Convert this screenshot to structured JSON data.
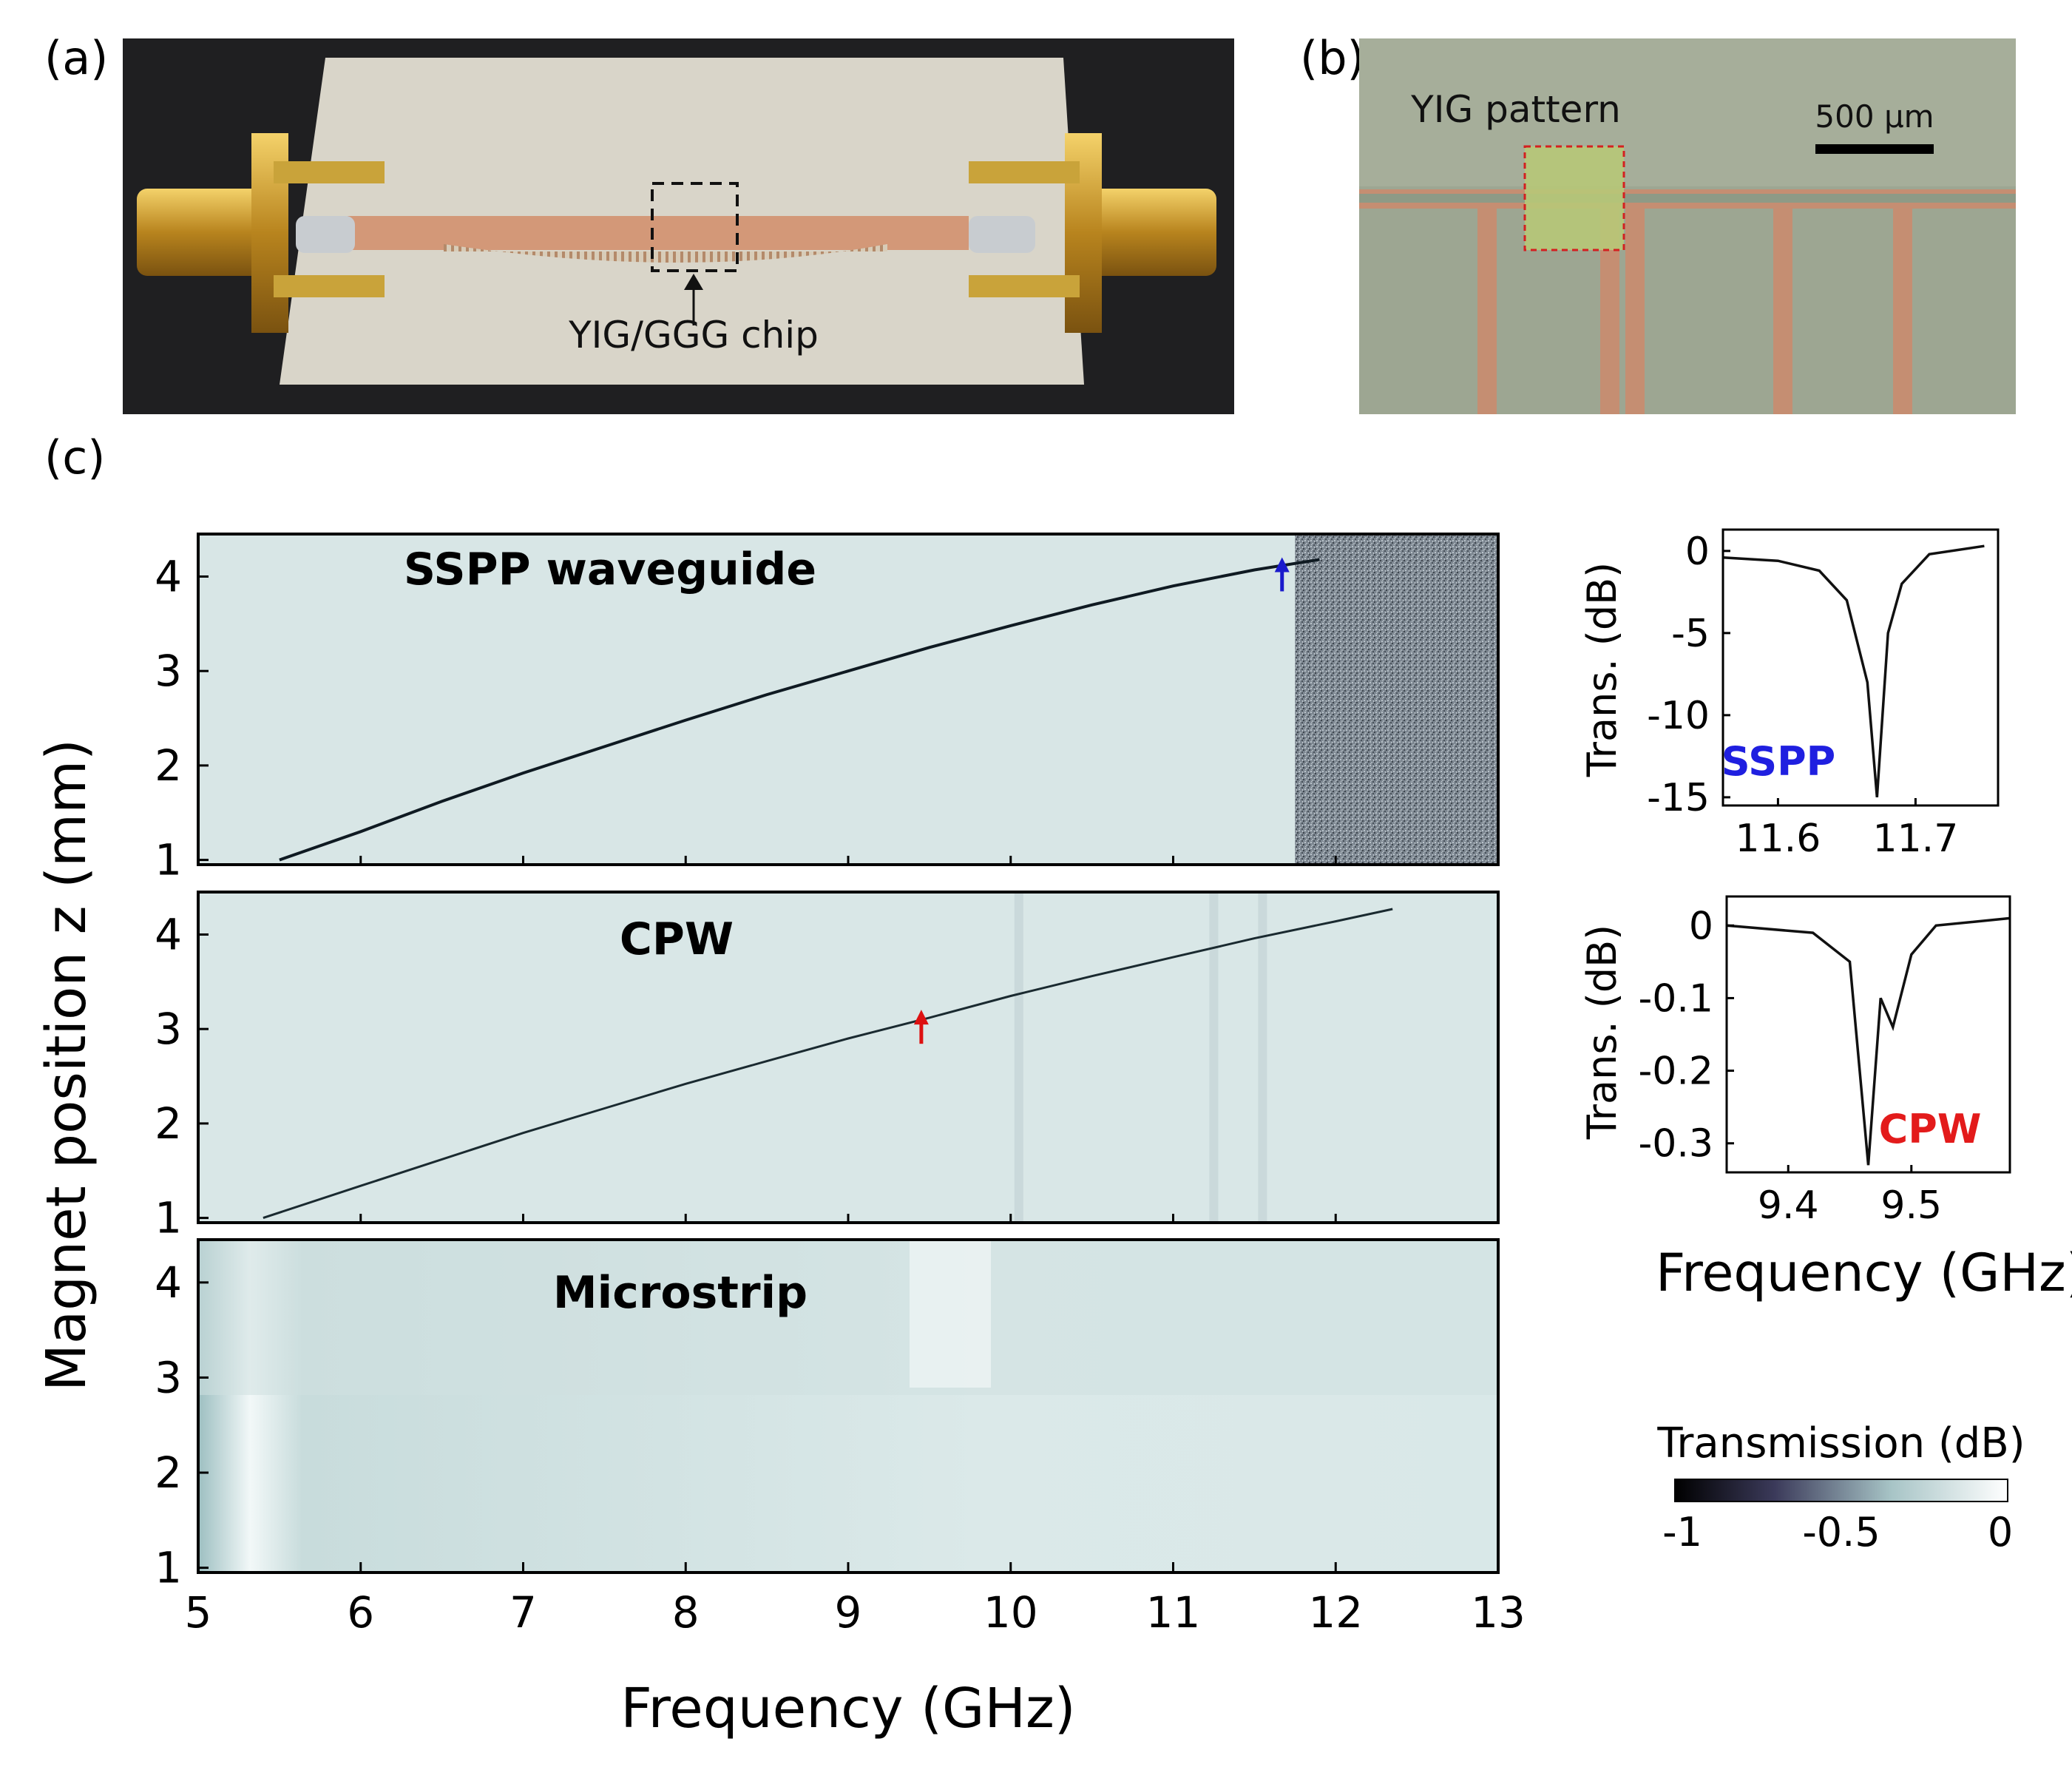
{
  "panel_labels": {
    "a": "(a)",
    "b": "(b)",
    "c": "(c)"
  },
  "photo_a": {
    "annotation": "YIG/GGG chip"
  },
  "photo_b": {
    "annotation": "YIG pattern",
    "scale_bar": "500 μm"
  },
  "heatmaps": {
    "ylabel": "Magnet position z (mm)",
    "xlabel": "Frequency (GHz)",
    "xticks": [
      "5",
      "6",
      "7",
      "8",
      "9",
      "10",
      "11",
      "12",
      "13"
    ],
    "yticks": [
      "1",
      "2",
      "3",
      "4"
    ],
    "panels": [
      {
        "title": "SSPP waveguide",
        "marker_color": "#1a1acc"
      },
      {
        "title": "CPW",
        "marker_color": "#dd1111"
      },
      {
        "title": "Microstrip"
      }
    ]
  },
  "inset_sspp": {
    "ylabel": "Trans. (dB)",
    "yticks": [
      "0",
      "-5",
      "-10",
      "-15"
    ],
    "xticks": [
      "11.6",
      "11.7"
    ],
    "tag": "SSPP",
    "tag_color": "#1f1fe0"
  },
  "inset_cpw": {
    "ylabel": "Trans. (dB)",
    "yticks": [
      "0",
      "-0.1",
      "-0.2",
      "-0.3"
    ],
    "xticks": [
      "9.4",
      "9.5"
    ],
    "tag": "CPW",
    "tag_color": "#e31b1b",
    "xlabel": "Frequency (GHz)"
  },
  "colorbar": {
    "title": "Transmission (dB)",
    "ticks": [
      "-1",
      "-0.5",
      "0"
    ]
  },
  "chart_data": [
    {
      "type": "heatmap",
      "title": "SSPP waveguide",
      "xlabel": "Frequency (GHz)",
      "ylabel": "Magnet position z (mm)",
      "xlim": [
        5,
        13
      ],
      "ylim": [
        0.95,
        4.45
      ],
      "resonance_curve": {
        "x": [
          5.5,
          6.0,
          6.5,
          7.0,
          7.5,
          8.0,
          8.5,
          9.0,
          9.5,
          10.0,
          10.5,
          11.0,
          11.5,
          11.9
        ],
        "y": [
          1.0,
          1.3,
          1.62,
          1.92,
          2.2,
          2.48,
          2.75,
          3.0,
          3.25,
          3.48,
          3.7,
          3.9,
          4.07,
          4.18
        ]
      },
      "marker": {
        "x": 11.67,
        "y": 4.0
      },
      "noise_region_x": [
        11.75,
        13
      ]
    },
    {
      "type": "heatmap",
      "title": "CPW",
      "xlabel": "Frequency (GHz)",
      "ylabel": "Magnet position z (mm)",
      "xlim": [
        5,
        13
      ],
      "ylim": [
        0.95,
        4.45
      ],
      "resonance_curve": {
        "x": [
          5.4,
          6.0,
          6.5,
          7.0,
          7.5,
          8.0,
          8.5,
          9.0,
          9.5,
          10.0,
          10.5,
          11.0,
          11.5,
          12.0,
          12.35
        ],
        "y": [
          1.0,
          1.34,
          1.62,
          1.9,
          2.16,
          2.42,
          2.66,
          2.9,
          3.12,
          3.35,
          3.56,
          3.76,
          3.96,
          4.14,
          4.27
        ]
      },
      "marker": {
        "x": 9.45,
        "y": 3.0
      },
      "vertical_streaks_x": [
        10.05,
        11.25,
        11.55
      ]
    },
    {
      "type": "heatmap",
      "title": "Microstrip",
      "xlabel": "Frequency (GHz)",
      "ylabel": "Magnet position z (mm)",
      "xlim": [
        5,
        13
      ],
      "ylim": [
        0.95,
        4.45
      ]
    },
    {
      "type": "line",
      "series": [
        {
          "values": [
            [
              11.56,
              -0.4
            ],
            [
              11.6,
              -0.6
            ],
            [
              11.63,
              -1.2
            ],
            [
              11.65,
              -3.0
            ],
            [
              11.665,
              -8.0
            ],
            [
              11.672,
              -15.0
            ],
            [
              11.68,
              -5.0
            ],
            [
              11.69,
              -2.0
            ],
            [
              11.71,
              -0.2
            ],
            [
              11.75,
              0.3
            ]
          ]
        }
      ],
      "xlabel": "",
      "ylabel": "Trans. (dB)",
      "xlim": [
        11.56,
        11.76
      ],
      "ylim": [
        -15.5,
        1.3
      ]
    },
    {
      "type": "line",
      "series": [
        {
          "values": [
            [
              9.35,
              0.0
            ],
            [
              9.42,
              -0.01
            ],
            [
              9.45,
              -0.05
            ],
            [
              9.465,
              -0.33
            ],
            [
              9.475,
              -0.1
            ],
            [
              9.485,
              -0.14
            ],
            [
              9.5,
              -0.04
            ],
            [
              9.52,
              0.0
            ],
            [
              9.58,
              0.01
            ]
          ]
        }
      ],
      "xlabel": "Frequency (GHz)",
      "ylabel": "Trans. (dB)",
      "xlim": [
        9.35,
        9.58
      ],
      "ylim": [
        -0.34,
        0.04
      ]
    }
  ]
}
